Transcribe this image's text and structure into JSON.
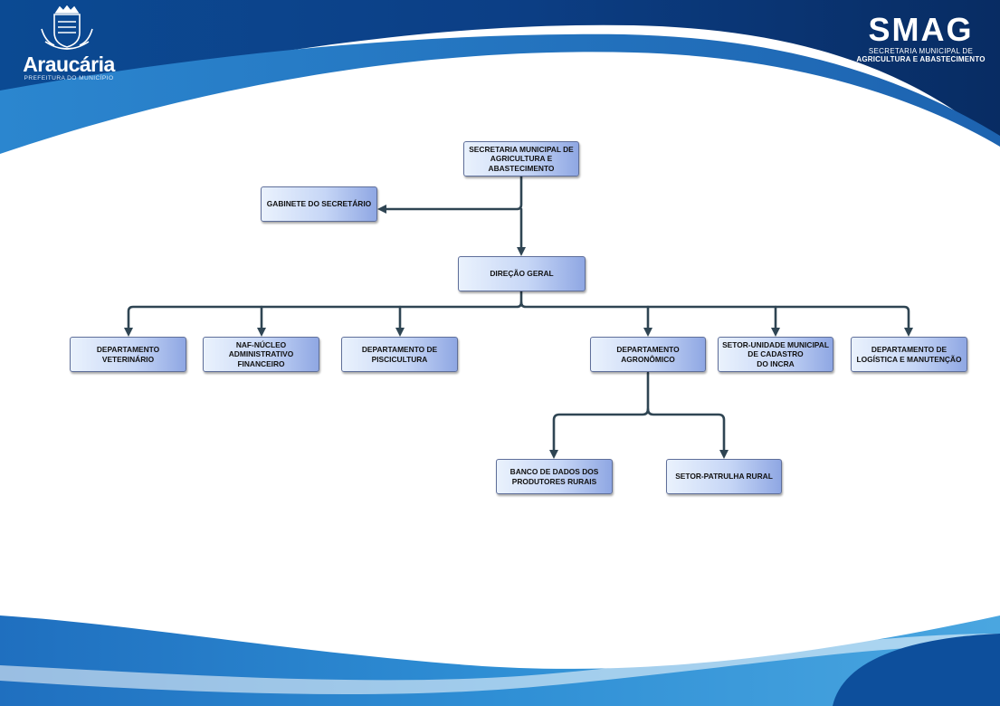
{
  "logos": {
    "left": {
      "name": "Araucária",
      "subtitle": "PREFEITURA DO MUNICÍPIO",
      "emblem": "municipal-coat-of-arms"
    },
    "right": {
      "name": "SMAG",
      "line1": "SECRETARIA MUNICIPAL DE",
      "line2": "AGRICULTURA E ABASTECIMENTO"
    }
  },
  "colors": {
    "banner_dark": "#0a3f85",
    "banner_mid": "#1565b5",
    "banner_light": "#3c9ad8",
    "connector": "#2f4553",
    "box_light": "#eaf2fd",
    "box_dark": "#8fa7e3"
  },
  "org": {
    "secretaria": "SECRETARIA MUNICIPAL DE\nAGRICULTURA E\nABASTECIMENTO",
    "gabinete": "GABINETE DO SECRETÁRIO",
    "direcao": "DIREÇÃO GERAL",
    "veterinario": "DEPARTAMENTO\nVETERINÁRIO",
    "naf": "NAF-NÚCLEO\nADMINISTRATIVO\nFINANCEIRO",
    "piscicultura": "DEPARTAMENTO DE\nPISCICULTURA",
    "agronomico": "DEPARTAMENTO\nAGRONÔMICO",
    "incra": "SETOR-UNIDADE MUNICIPAL\nDE CADASTRO\nDO INCRA",
    "logistica": "DEPARTAMENTO DE\nLOGÍSTICA E MANUTENÇÃO",
    "banco": "BANCO DE DADOS DOS\nPRODUTORES RURAIS",
    "patrulha": "SETOR-PATRULHA RURAL"
  }
}
